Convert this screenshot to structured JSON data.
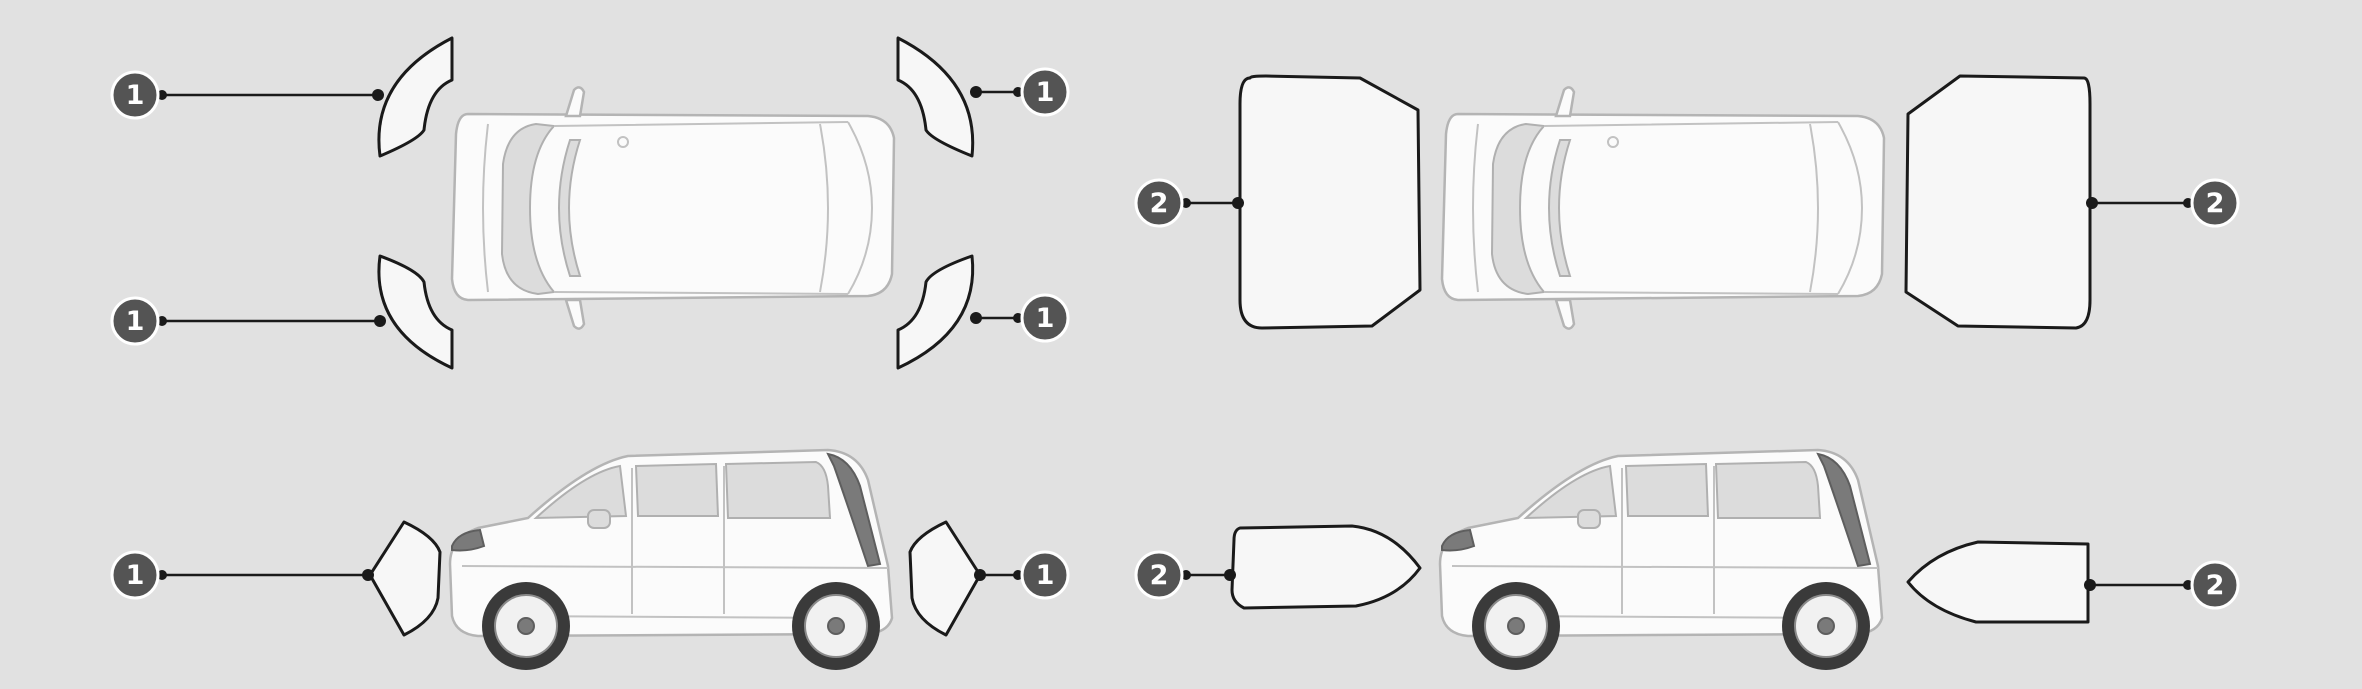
{
  "colors": {
    "background": "#e1e1e1",
    "badge": "#545454",
    "zone_fill": "#f7f7f7",
    "zone_stroke": "#1a1a1a"
  },
  "callouts": [
    {
      "label": "1"
    },
    {
      "label": "1"
    },
    {
      "label": "1"
    },
    {
      "label": "1"
    },
    {
      "label": "1"
    },
    {
      "label": "1"
    },
    {
      "label": "2"
    },
    {
      "label": "2"
    },
    {
      "label": "2"
    },
    {
      "label": "2"
    }
  ]
}
